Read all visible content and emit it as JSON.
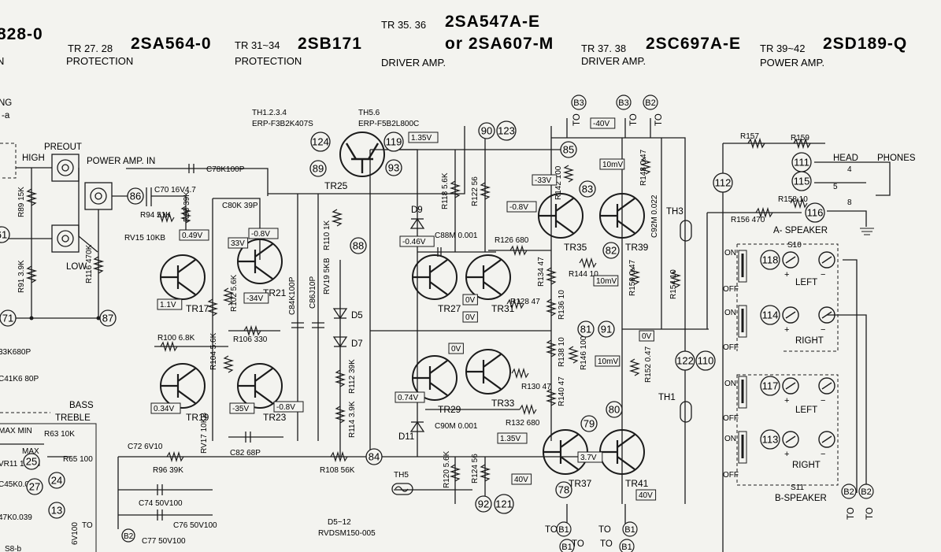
{
  "headers": [
    {
      "ref": "",
      "part": "828-0",
      "func": "N"
    },
    {
      "ref": "TR 27. 28",
      "part": "2SA564-0",
      "func": "PROTECTION"
    },
    {
      "ref": "TR 31~34",
      "part": "2SB171",
      "func": "PROTECTION"
    },
    {
      "ref": "TR 35. 36",
      "part": "2SA547A-E",
      "part2": "or 2SA607-M",
      "func": "DRIVER AMP."
    },
    {
      "ref": "TR 37. 38",
      "part": "2SC697A-E",
      "func": "DRIVER AMP."
    },
    {
      "ref": "TR 39~42",
      "part": "2SD189-Q",
      "func": "POWER AMP."
    }
  ],
  "thermistors": {
    "th1234": "TH1.2.3.4",
    "th1234_part": "ERP-F3B2K407S",
    "th56": "TH5.6",
    "th56_part": "ERP-F5B2L800C"
  },
  "sections": {
    "preout": "PREOUT",
    "high": "HIGH",
    "low": "LOW",
    "power_in": "POWER AMP. IN",
    "head": "HEAD",
    "phones": "PHONES",
    "a_speaker": "A- SPEAKER",
    "b_speaker": "B-SPEAKER",
    "left": "LEFT",
    "right": "RIGHT",
    "on": "ON",
    "off": "OFF",
    "bass": "BASS",
    "treble": "TREBLE",
    "max_min": "MAX  MIN",
    "max": "MAX",
    "ng": "NG",
    "a": "-a",
    "s8b": "S8-b",
    "to": "TO",
    "diodes": "D5~12",
    "diodes_part": "RVDSM150-005"
  },
  "nodes": [
    "61",
    "71",
    "87",
    "86",
    "89",
    "124",
    "119",
    "93",
    "88",
    "90",
    "123",
    "85",
    "83",
    "82",
    "81",
    "91",
    "80",
    "79",
    "78",
    "92",
    "121",
    "84",
    "112",
    "111",
    "115",
    "116",
    "118",
    "114",
    "117",
    "113",
    "122",
    "110",
    "24",
    "13",
    "25",
    "27"
  ],
  "transistors": [
    "TR17",
    "TR19",
    "TR21",
    "TR23",
    "TR25",
    "TR27",
    "TR29",
    "TR31",
    "TR33",
    "TR35",
    "TR37",
    "TR39",
    "TR41"
  ],
  "components": {
    "r89": "R89 15K",
    "r91": "R91 3.9K",
    "r116": "R116 470K",
    "r94": "R94 51K",
    "rv15": "RV15 10KB",
    "r98": "R98 39K",
    "c70": "C70 16V4.7",
    "c78": "C78K100P",
    "c80": "C80K 39P",
    "r100": "R100 6.8K",
    "r102": "R102 5.6K",
    "r104": "R104 5.6K",
    "r106": "R106 330",
    "c84": "C84K100P",
    "c86": "C86J10P",
    "rv17": "RV17 10KB",
    "c72": "C72 6V10",
    "r96": "R96 39K",
    "c82": "C82 68P",
    "c74": "C74 50V100",
    "c76": "C76 50V100",
    "c77": "C77 50V100",
    "r108": "R108 56K",
    "r110": "R110 1K",
    "rv19": "RV19 5KB",
    "r112": "R112 39K",
    "r114": "R114 3.9K",
    "d5": "D5",
    "d7": "D7",
    "d9": "D9",
    "d11": "D11",
    "c88": "C88M 0.001",
    "c90": "C90M 0.001",
    "r118": "R118 5.6K",
    "r122": "R122 56",
    "r126": "R126 680",
    "r128": "R128 47",
    "r134": "R134 47",
    "r136": "R136 10",
    "r138": "R138 10",
    "r130": "R130 47",
    "r132": "R132 680",
    "r140": "R140 47",
    "r146": "R146 100",
    "r120": "R120 5.6K",
    "r124": "R124 56",
    "r142": "R142 100",
    "r144": "R144 10",
    "r148": "R148 0.47",
    "r150": "R150 0.47",
    "r152": "R152 0.47",
    "r154": "R154 10",
    "c92": "C92M 0.022",
    "r157": "R157",
    "r159": "R159",
    "r158": "R158 10",
    "r156": "R156 470",
    "th1": "TH1",
    "th3": "TH3",
    "th5": "TH5",
    "s10": "S10",
    "s11": "S11",
    "c41": "C41K6 80P",
    "r33": "33K680P",
    "r63": "R63 10K",
    "r65": "R65 100",
    "vr11": "VR11 1KBH",
    "c45": "C45K0.033",
    "c47": "47K0.039",
    "c6v": "6V100"
  },
  "voltages": {
    "v_n40": "-40V",
    "v_135": "1.35V",
    "v_n33": "-33V",
    "v_n08": "-0.8V",
    "v_n08b": "-0.8V",
    "v_n46": "-0.46V",
    "v_n34": "-34V",
    "v_33": "33V",
    "v_049": "0.49V",
    "v_11": "1.1V",
    "v_034": "0.34V",
    "v_n35": "-35V",
    "v_n08c": "-0.8V",
    "v_0a": "0V",
    "v_0b": "0V",
    "v_0c": "0V",
    "v_0d": "0V",
    "v_074": "0.74V",
    "v_135b": "1.35V",
    "v_40": "40V",
    "v_40b": "40V",
    "v_37": "3.7V",
    "v_10mv": "10mV",
    "v_10mvb": "10mV",
    "v_10mvc": "10mV"
  },
  "rails": {
    "b1": "B1",
    "b2": "B2",
    "b3": "B3"
  }
}
